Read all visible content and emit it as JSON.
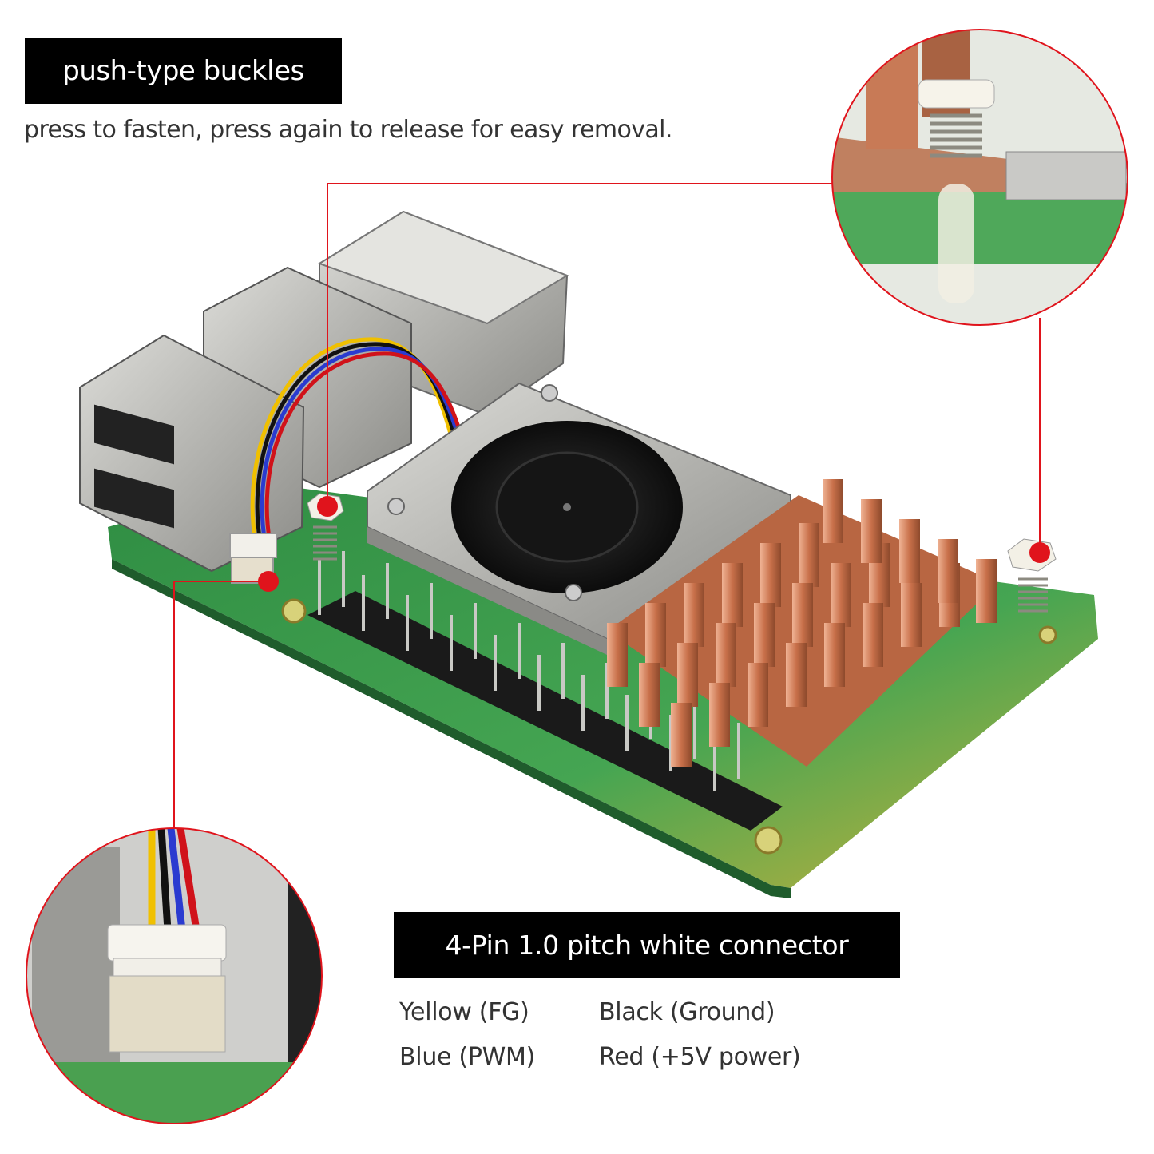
{
  "title": "push-type buckles",
  "subtitle": "press to fasten, press again to release for easy removal.",
  "connector": {
    "title": "4-Pin 1.0 pitch white connector",
    "wires": [
      {
        "label": "Yellow (FG)"
      },
      {
        "label": "Black (Ground)"
      },
      {
        "label": "Blue (PWM)"
      },
      {
        "label": "Red (+5V power)"
      }
    ]
  },
  "colors": {
    "pcb_green": "#3a9c4a",
    "copper": "#d88a62",
    "callout_red": "#e0141c",
    "fan_metal": "#b7b7b4"
  },
  "icons": [
    "cooler-fan-icon",
    "copper-heatsink-icon",
    "usb-port-icon",
    "ethernet-port-icon",
    "spring-buckle-icon",
    "fan-connector-icon"
  ]
}
